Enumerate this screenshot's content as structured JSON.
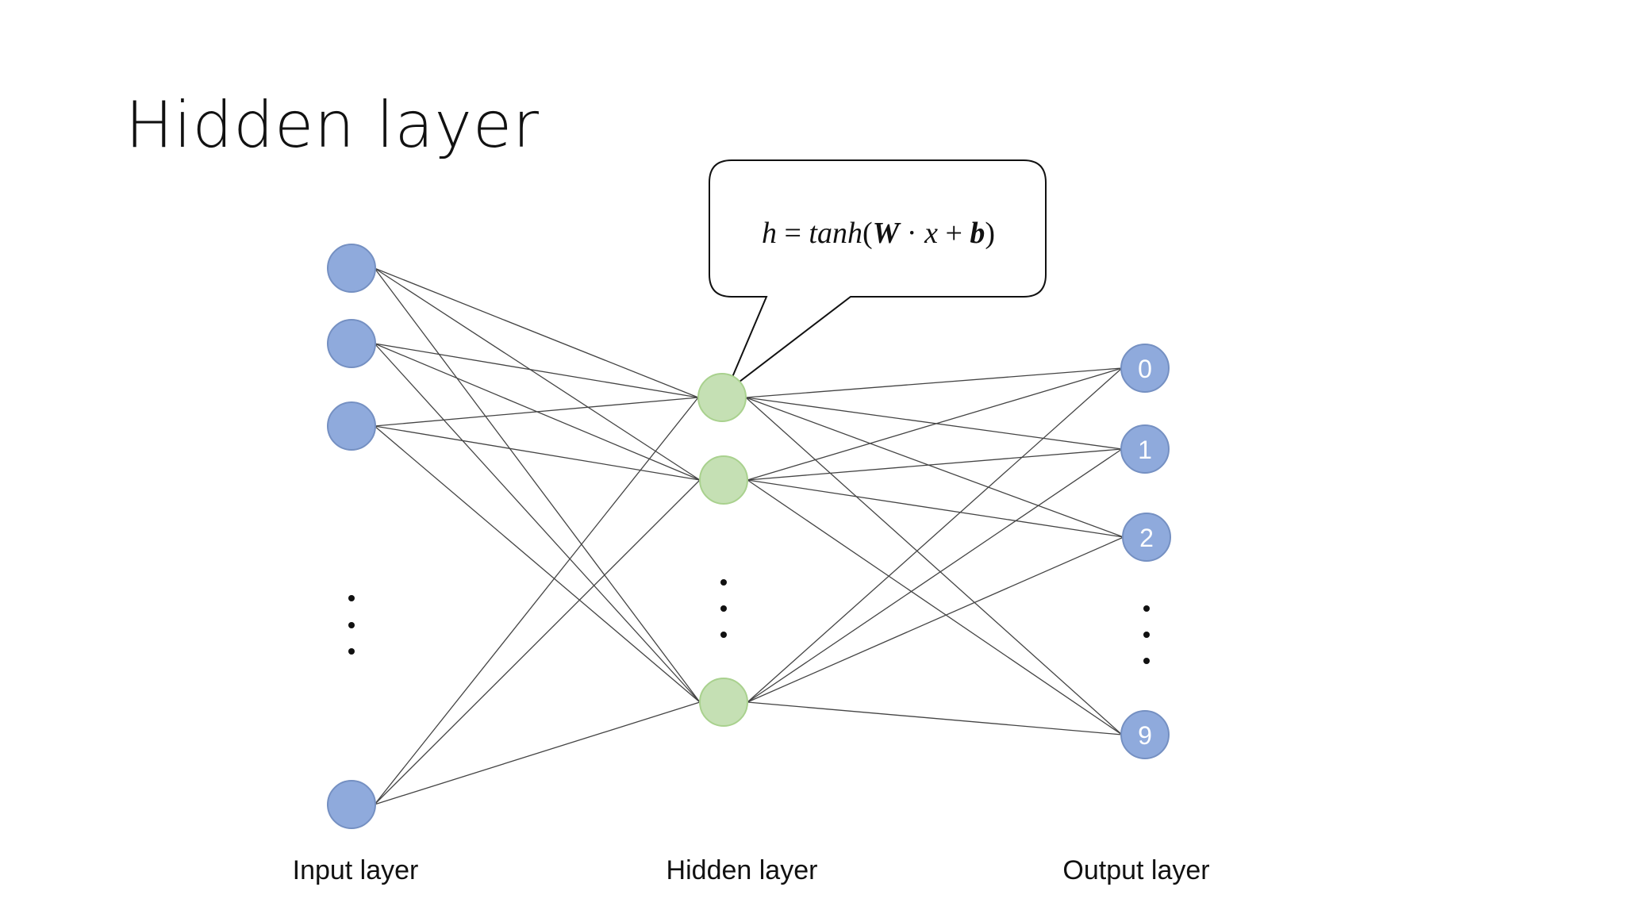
{
  "slide": {
    "title": "Hidden layer"
  },
  "callout": {
    "formula": {
      "h": "h",
      "eq": " = ",
      "fn": "tanh",
      "open": "(",
      "W": "W",
      "dot": " · ",
      "x": "x",
      "plus": " + ",
      "b": "b",
      "close": ")"
    }
  },
  "layers": {
    "input": {
      "label": "Input layer"
    },
    "hidden": {
      "label": "Hidden layer"
    },
    "output": {
      "label": "Output layer",
      "node_labels": [
        "0",
        "1",
        "2",
        "9"
      ]
    }
  },
  "colors": {
    "input_node": "#8faadc",
    "hidden_node": "#c5e0b4",
    "output_node": "#8faadc",
    "edge": "#444444"
  }
}
